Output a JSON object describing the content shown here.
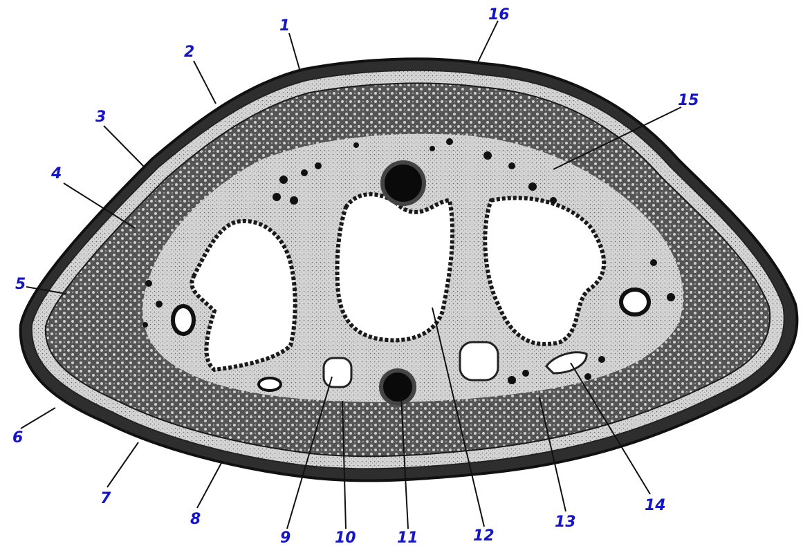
{
  "colors": {
    "label": "#1414c8",
    "ink": "#151515",
    "tissue_dark": "#3a3a3a",
    "tissue_mid": "#8a8a8a",
    "tissue_light": "#d9d9d9",
    "cavity": "#ffffff"
  },
  "labels": [
    {
      "id": "1",
      "text": "1"
    },
    {
      "id": "2",
      "text": "2"
    },
    {
      "id": "3",
      "text": "3"
    },
    {
      "id": "4",
      "text": "4"
    },
    {
      "id": "5",
      "text": "5"
    },
    {
      "id": "6",
      "text": "6"
    },
    {
      "id": "7",
      "text": "7"
    },
    {
      "id": "8",
      "text": "8"
    },
    {
      "id": "9",
      "text": "9"
    },
    {
      "id": "10",
      "text": "10"
    },
    {
      "id": "11",
      "text": "11"
    },
    {
      "id": "12",
      "text": "12"
    },
    {
      "id": "13",
      "text": "13"
    },
    {
      "id": "14",
      "text": "14"
    },
    {
      "id": "15",
      "text": "15"
    },
    {
      "id": "16",
      "text": "16"
    }
  ]
}
